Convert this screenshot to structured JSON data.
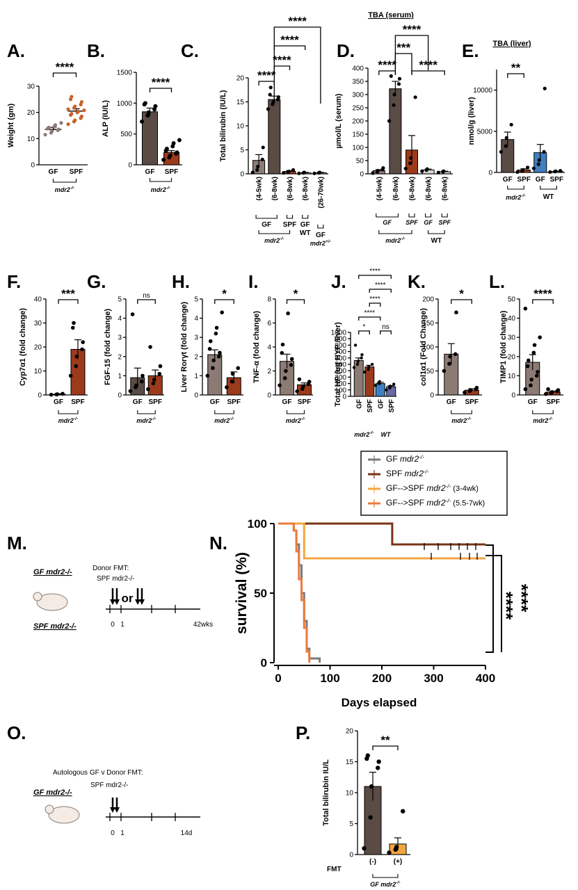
{
  "colors": {
    "gf": "#8c7b74",
    "spf": "#9c3a1c",
    "spf_dot": "#c8622c",
    "wt_gf": "#3e7fc1",
    "wt_spf": "#d5d5d5",
    "gf_dark": "#5a4b45",
    "km_gf": "#7a7a7a",
    "km_spf": "#7a3316",
    "km_34": "#f2a640",
    "km_557": "#ec7a3c"
  },
  "panel_labels": [
    "A.",
    "B.",
    "C.",
    "D.",
    "E.",
    "F.",
    "G.",
    "H.",
    "I.",
    "J.",
    "K.",
    "L.",
    "M.",
    "N.",
    "O.",
    "P."
  ],
  "genotype": {
    "mdr2": "mdr2",
    "sup": "-/-",
    "sup_het": "+/-"
  },
  "chart_data": [
    {
      "id": "A",
      "type": "scatter",
      "ylabel": "Weight (gm)",
      "ylim": [
        0,
        30
      ],
      "yticks": [
        0,
        10,
        20,
        30
      ],
      "categories": [
        "GF",
        "SPF"
      ],
      "group_label": "mdr2",
      "values": [
        13.5,
        20.5
      ],
      "errors": [
        0.8,
        0.9
      ],
      "points": [
        [
          11.5,
          12.2,
          12.8,
          13.2,
          13.5,
          13.8,
          14.2,
          14.6,
          15.2,
          16.0
        ],
        [
          15.5,
          16.5,
          17.0,
          17.8,
          18.5,
          19.0,
          19.5,
          20.0,
          20.4,
          20.8,
          21.2,
          21.7,
          22.3,
          23.0,
          24.0,
          25.0,
          26.0
        ]
      ],
      "comparisons": [
        {
          "a": 0,
          "b": 1,
          "label": "****"
        }
      ]
    },
    {
      "id": "B",
      "type": "bar",
      "ylabel": "ALP (IU/L)",
      "ylim": [
        0,
        1500
      ],
      "yticks": [
        0,
        500,
        1000,
        1500
      ],
      "categories": [
        "GF",
        "SPF"
      ],
      "group_label": "mdr2",
      "values": [
        860,
        200
      ],
      "errors": [
        60,
        30
      ],
      "points": [
        [
          700,
          800,
          850,
          900,
          950,
          980,
          1000
        ],
        [
          80,
          120,
          150,
          180,
          200,
          230,
          260,
          300,
          350,
          400
        ]
      ],
      "comparisons": [
        {
          "a": 0,
          "b": 1,
          "label": "****"
        }
      ]
    },
    {
      "id": "C",
      "type": "bar",
      "ylabel": "Total bilirubin (IU/L)",
      "ylim": [
        0,
        20
      ],
      "yticks": [
        0,
        5,
        10,
        15,
        20
      ],
      "categories": [
        "(4-5wk)",
        "(6-8wk)",
        "(6-8wk)",
        "(6-8wk)",
        "(26-70wk)"
      ],
      "values": [
        2.8,
        15.5,
        0.5,
        0.2,
        0.2
      ],
      "errors": [
        1.2,
        0.7,
        0.2,
        0.1,
        0.1
      ],
      "points": [
        [
          0.3,
          0.8,
          1.5,
          3.0,
          5.5
        ],
        [
          13.5,
          14.5,
          15.0,
          15.5,
          16.0,
          16.5,
          18.0
        ],
        [
          0.2,
          0.4,
          0.5,
          0.8
        ],
        [
          0.1,
          0.2,
          0.3
        ],
        [
          0.1,
          0.2,
          0.3
        ]
      ],
      "comparisons": [
        {
          "a": 0,
          "b": 1,
          "label": "****"
        },
        {
          "a": 1,
          "b": 2,
          "label": "****"
        },
        {
          "a": 1,
          "b": 3,
          "label": "****"
        },
        {
          "a": 1,
          "b": 4,
          "label": "****"
        }
      ],
      "groups": [
        "GF",
        "SPF",
        "GF",
        "WT",
        "GF"
      ]
    },
    {
      "id": "D",
      "type": "bar",
      "title": "TBA (serum)",
      "ylabel": "µmol/L (serum)",
      "ylim": [
        0,
        400
      ],
      "yticks": [
        0,
        50,
        100,
        150,
        200,
        250,
        300,
        350,
        400
      ],
      "categories": [
        "(4-5wk)",
        "(6-8wk)",
        "(6-8wk)",
        "(6-8wk)",
        "(6-8wk)"
      ],
      "values": [
        12,
        322,
        90,
        15,
        8
      ],
      "errors": [
        4,
        28,
        55,
        3,
        2
      ],
      "points": [
        [
          3,
          8,
          12,
          16,
          22
        ],
        [
          200,
          260,
          300,
          340,
          360,
          370
        ],
        [
          20,
          40,
          60,
          290
        ],
        [
          10,
          14,
          18
        ],
        [
          5,
          8,
          10
        ]
      ],
      "comparisons": [
        {
          "a": 0,
          "b": 1,
          "label": "****"
        },
        {
          "a": 1,
          "b": 2,
          "label": "***"
        },
        {
          "a": 1,
          "b": 3,
          "label": "****"
        },
        {
          "a": 1,
          "b": 4,
          "label": "****"
        }
      ],
      "groups": [
        "GF",
        "SPF",
        "GF",
        "SPF",
        "WT"
      ]
    },
    {
      "id": "E",
      "type": "bar",
      "title": "TBA (liver)",
      "ylabel": "nmol/g (liver)",
      "ylim": [
        0,
        12500
      ],
      "yticks": [
        0,
        5000,
        10000
      ],
      "categories": [
        "GF",
        "SPF",
        "GF",
        "SPF"
      ],
      "values": [
        4000,
        300,
        2400,
        120
      ],
      "errors": [
        900,
        150,
        1000,
        50
      ],
      "points": [
        [
          2500,
          3200,
          4200,
          5800
        ],
        [
          50,
          150,
          300,
          600
        ],
        [
          500,
          1000,
          1500,
          2500,
          10200
        ],
        [
          50,
          100,
          150,
          200
        ]
      ],
      "comparisons": [
        {
          "a": 0,
          "b": 1,
          "label": "**"
        }
      ],
      "groups": [
        "mdr2",
        "WT"
      ]
    },
    {
      "id": "F",
      "type": "bar",
      "ylabel": "Cyp7α1 (fold change)",
      "ylim": [
        0,
        40
      ],
      "yticks": [
        0,
        10,
        20,
        30,
        40
      ],
      "categories": [
        "GF",
        "SPF"
      ],
      "group_label": "mdr2",
      "values": [
        0.3,
        19
      ],
      "errors": [
        0.2,
        4
      ],
      "points": [
        [
          0.1,
          0.2,
          0.3,
          0.5
        ],
        [
          8,
          12,
          16,
          19,
          22,
          28,
          30
        ]
      ],
      "comparisons": [
        {
          "a": 0,
          "b": 1,
          "label": "***"
        }
      ]
    },
    {
      "id": "G",
      "type": "bar",
      "ylabel": "FGF-15 (fold change)",
      "ylim": [
        0,
        5
      ],
      "yticks": [
        0,
        1,
        2,
        3,
        4,
        5
      ],
      "categories": [
        "GF",
        "SPF"
      ],
      "group_label": "mdr2",
      "values": [
        0.9,
        1.0
      ],
      "errors": [
        0.5,
        0.3
      ],
      "points": [
        [
          0.2,
          0.4,
          0.5,
          0.7,
          1.0,
          4.2
        ],
        [
          0.3,
          0.6,
          0.8,
          1.1,
          1.5,
          2.5
        ]
      ],
      "comparisons": [
        {
          "a": 0,
          "b": 1,
          "label": "ns"
        }
      ]
    },
    {
      "id": "H",
      "type": "bar",
      "ylabel": "Liver Rorγt (fold change)",
      "ylim": [
        0,
        5
      ],
      "yticks": [
        0,
        1,
        2,
        3,
        4,
        5
      ],
      "categories": [
        "GF",
        "SPF"
      ],
      "group_label": "mdr2",
      "values": [
        2.1,
        0.9
      ],
      "errors": [
        0.25,
        0.3
      ],
      "points": [
        [
          1.0,
          1.4,
          1.8,
          2.0,
          2.2,
          2.4,
          2.8,
          3.2,
          3.5,
          4.3
        ],
        [
          0.4,
          0.7,
          1.1,
          1.4
        ]
      ],
      "comparisons": [
        {
          "a": 0,
          "b": 1,
          "label": "*"
        }
      ]
    },
    {
      "id": "I",
      "type": "bar",
      "ylabel": "TNF-α (fold change)",
      "ylim": [
        0,
        8
      ],
      "yticks": [
        0,
        2,
        4,
        6,
        8
      ],
      "categories": [
        "GF",
        "SPF"
      ],
      "group_label": "mdr2",
      "values": [
        2.8,
        0.85
      ],
      "errors": [
        0.6,
        0.15
      ],
      "points": [
        [
          0.8,
          1.4,
          2.0,
          2.5,
          3.0,
          3.5,
          4.2,
          6.8
        ],
        [
          0.3,
          0.5,
          0.7,
          0.9,
          1.1,
          1.3
        ]
      ],
      "comparisons": [
        {
          "a": 0,
          "b": 1,
          "label": "*"
        }
      ]
    },
    {
      "id": "J",
      "type": "bar",
      "ylabel": "Total HP (ug HYP /liver)",
      "ylim": [
        0,
        1000
      ],
      "yticks": [
        0,
        100,
        200,
        300,
        400,
        500,
        600,
        700,
        800,
        900,
        1000
      ],
      "categories": [
        "GF",
        "SPF",
        "GF",
        "SPF"
      ],
      "values": [
        560,
        460,
        200,
        150
      ],
      "errors": [
        40,
        25,
        20,
        15
      ],
      "points": [
        [
          450,
          500,
          550,
          600,
          650,
          800
        ],
        [
          380,
          420,
          460,
          500
        ],
        [
          170,
          200,
          230
        ],
        [
          100,
          130,
          160,
          190
        ]
      ],
      "comparisons": [
        {
          "a": 0,
          "b": 1,
          "label": "*"
        },
        {
          "a": 2,
          "b": 3,
          "label": "ns"
        },
        {
          "a": 0,
          "b": 2,
          "label": "****"
        },
        {
          "a": 1,
          "b": 2,
          "label": "****"
        },
        {
          "a": 1,
          "b": 3,
          "label": "****"
        },
        {
          "a": 0,
          "b": 3,
          "label": "****"
        }
      ],
      "groups": [
        "mdr2",
        "WT"
      ]
    },
    {
      "id": "K",
      "type": "bar",
      "ylabel": "col1α1 (Fold Change)",
      "ylim": [
        0,
        200
      ],
      "yticks": [
        0,
        50,
        100,
        150,
        200
      ],
      "categories": [
        "GF",
        "SPF"
      ],
      "group_label": "mdr2",
      "values": [
        85,
        10
      ],
      "errors": [
        22,
        3
      ],
      "points": [
        [
          50,
          65,
          80,
          85,
          172
        ],
        [
          5,
          8,
          10,
          12,
          15
        ]
      ],
      "comparisons": [
        {
          "a": 0,
          "b": 1,
          "label": "*"
        }
      ]
    },
    {
      "id": "L",
      "type": "bar",
      "ylabel": "TIMP1 (fold change)",
      "ylim": [
        0,
        50
      ],
      "yticks": [
        0,
        10,
        20,
        30,
        40,
        50
      ],
      "categories": [
        "GF",
        "SPF"
      ],
      "group_label": "mdr2",
      "values": [
        17,
        1.5
      ],
      "errors": [
        4,
        0.5
      ],
      "points": [
        [
          3,
          5,
          8,
          10,
          12,
          15,
          18,
          22,
          26,
          30,
          45
        ],
        [
          0.5,
          1,
          1.5,
          2,
          2.5,
          3
        ]
      ],
      "comparisons": [
        {
          "a": 0,
          "b": 1,
          "label": "****"
        }
      ]
    },
    {
      "id": "N",
      "type": "line",
      "xlabel": "Days elapsed",
      "ylabel": "survival (%)",
      "xlim": [
        0,
        400
      ],
      "ylim": [
        0,
        100
      ],
      "xticks": [
        0,
        100,
        200,
        300,
        400
      ],
      "yticks": [
        0,
        50,
        100
      ],
      "series": [
        {
          "name": "GF",
          "key": "km_gf",
          "x": [
            0,
            30,
            35,
            40,
            45,
            50,
            55,
            60,
            80
          ],
          "y": [
            100,
            95,
            85,
            70,
            50,
            30,
            10,
            3,
            0
          ]
        },
        {
          "name": "SPF",
          "key": "km_spf",
          "x": [
            0,
            220,
            400
          ],
          "y": [
            100,
            85,
            85
          ]
        },
        {
          "name": "GF-->SPF",
          "suffix": "(3-4wk)",
          "key": "km_34",
          "x": [
            0,
            50,
            400
          ],
          "y": [
            100,
            75,
            75
          ]
        },
        {
          "name": "GF-->SPF",
          "suffix": "(5.5-7wk)",
          "key": "km_557",
          "x": [
            0,
            30,
            35,
            40,
            45,
            50,
            55,
            60
          ],
          "y": [
            100,
            95,
            80,
            60,
            45,
            25,
            8,
            0
          ]
        }
      ],
      "significance": [
        "****",
        "****"
      ]
    },
    {
      "id": "P",
      "type": "bar",
      "ylabel": "Total bilirubin IU/L",
      "ylim": [
        0,
        20
      ],
      "yticks": [
        0,
        5,
        10,
        15,
        20
      ],
      "categories": [
        "(-)",
        "(+)"
      ],
      "row_label": "FMT",
      "group_label": "GF mdr2",
      "values": [
        11,
        1.7
      ],
      "errors": [
        2.3,
        1.0
      ],
      "points": [
        [
          1,
          6,
          11,
          14,
          15,
          15.5,
          16
        ],
        [
          0.3,
          0.8,
          1.2,
          7
        ]
      ],
      "comparisons": [
        {
          "a": 0,
          "b": 1,
          "label": "**"
        }
      ]
    }
  ],
  "C_groups": [
    "GF",
    "SPF",
    "GF",
    "WT",
    "GF"
  ],
  "schematics": {
    "M": {
      "gf_line": "GF mdr2-/-",
      "spf_line": "SPF mdr2-/-",
      "donor": "Donor FMT:",
      "donor_src": "SPF mdr2-/-",
      "or_text": "or",
      "ticks": [
        "0",
        "1"
      ],
      "end_tick": "42wks"
    },
    "O": {
      "gf_line": "GF mdr2-/-",
      "donor": "Autologous GF v Donor FMT:",
      "donor_src": "SPF mdr2-/-",
      "ticks": [
        "0",
        "1"
      ],
      "end_tick": "14d"
    }
  },
  "legend": {
    "items": [
      {
        "text": "GF",
        "suffix": "",
        "key": "km_gf"
      },
      {
        "text": "SPF",
        "suffix": "",
        "key": "km_spf"
      },
      {
        "text": "GF-->SPF",
        "suffix": "(3-4wk)",
        "key": "km_34"
      },
      {
        "text": "GF-->SPF",
        "suffix": "(5.5-7wk)",
        "key": "km_557"
      }
    ]
  }
}
